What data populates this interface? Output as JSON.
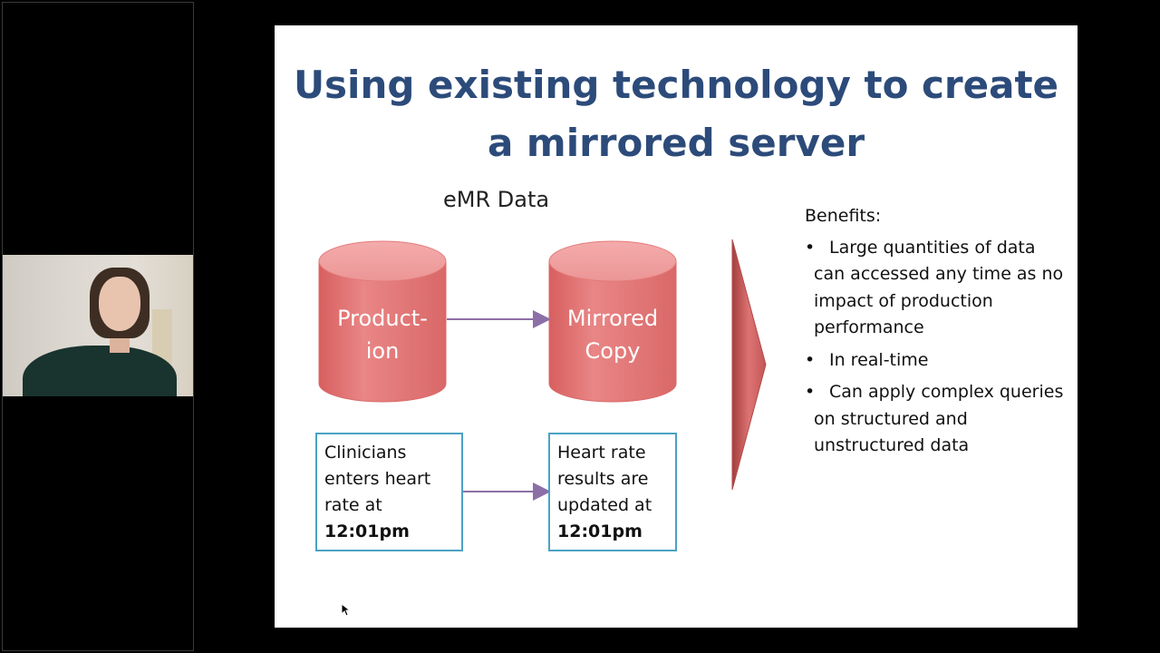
{
  "slide": {
    "title_line1": "Using existing technology to create",
    "title_line2": "a mirrored server",
    "emr_label": "eMR Data",
    "production_line1": "Product-",
    "production_line2": "ion",
    "mirrored_line1": "Mirrored",
    "mirrored_line2": "Copy",
    "clinicians_text": "Clinicians enters heart rate at",
    "clinicians_time": "12:01pm",
    "heart_text": "Heart rate results are updated at",
    "heart_time": "12:01pm",
    "benefits_heading": "Benefits:",
    "benefits": [
      "Large quantities of data can accessed any time as no impact of production performance",
      "In real-time",
      "Can apply complex queries on structured and unstructured data"
    ],
    "bullet_char": "•"
  },
  "colors": {
    "title": "#2c4b7a",
    "cylinder": "#e67d7d",
    "arrow": "#8d6fa8",
    "box_border": "#4aa3c3",
    "chevron": "#c95b5b"
  }
}
